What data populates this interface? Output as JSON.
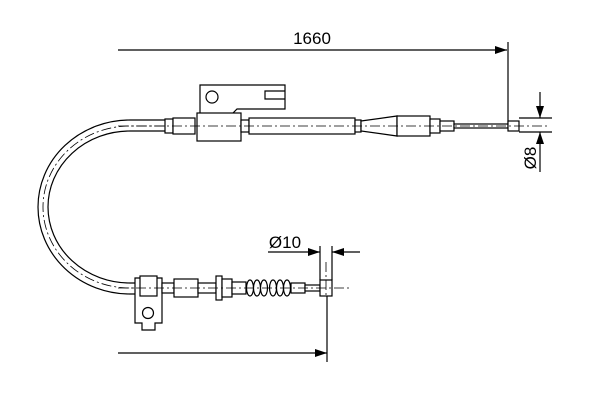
{
  "dimensions": {
    "length": "1660",
    "end_diameter": "Ø8",
    "fitting_diameter": "Ø10"
  }
}
